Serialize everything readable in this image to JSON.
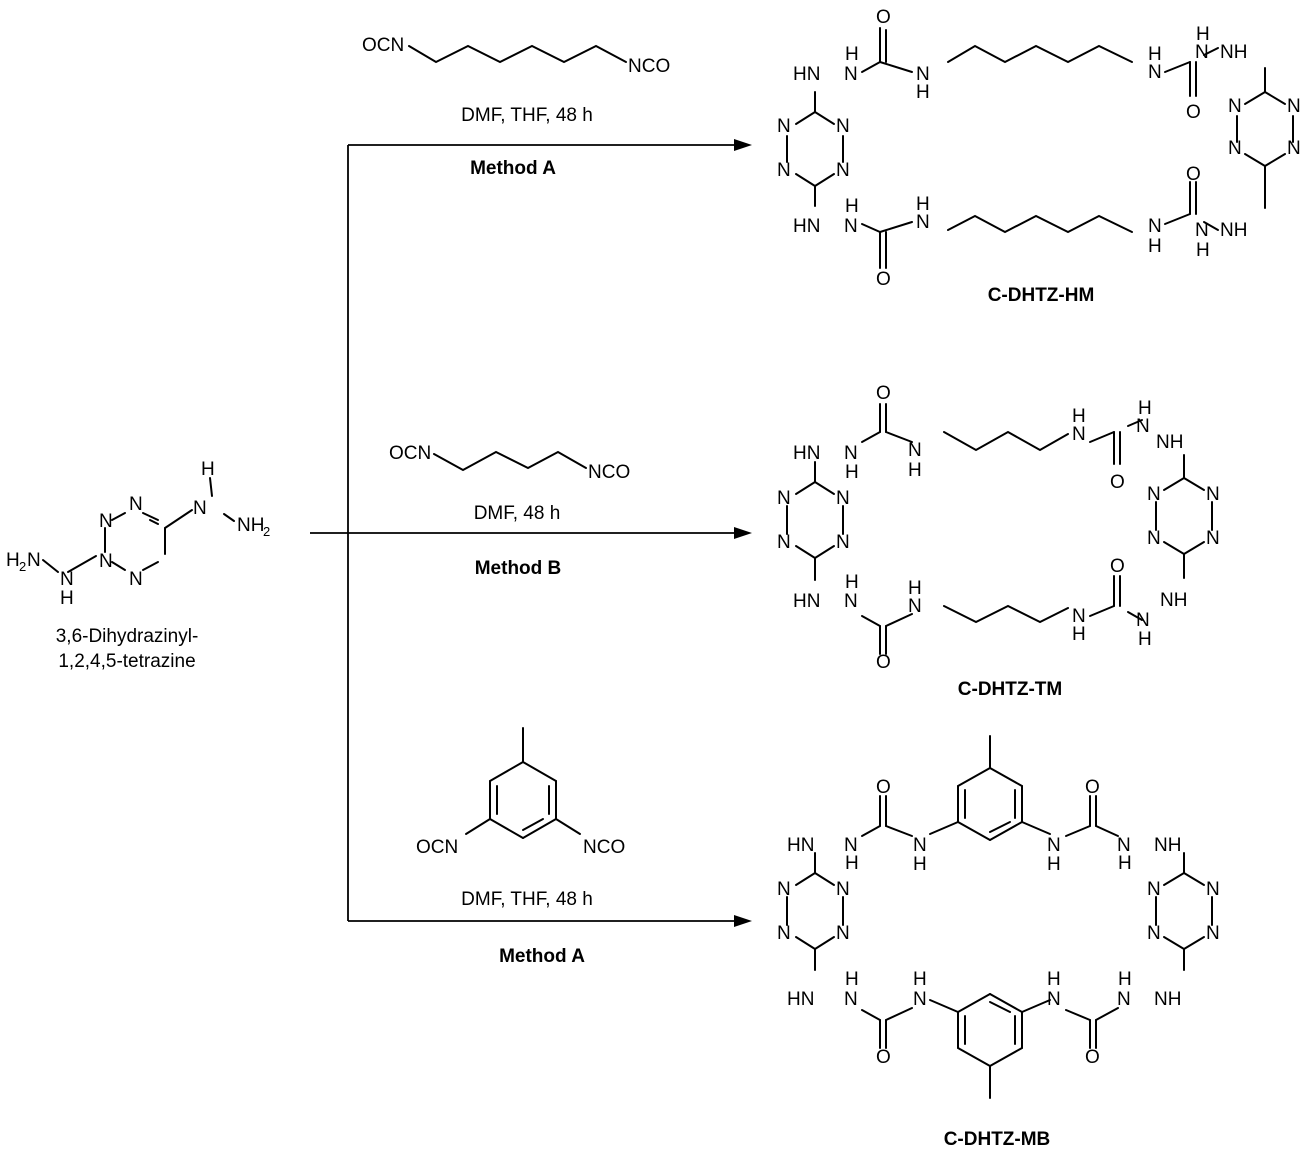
{
  "starting_material": {
    "name_line1": "3,6-Dihydrazinyl-",
    "name_line2": "1,2,4,5-tetrazine",
    "atoms": {
      "n": "N",
      "nh": "NH",
      "nh2": "NH",
      "h2": "H",
      "two": "2",
      "h": "H",
      "hn": "HN"
    }
  },
  "routes": [
    {
      "reagent_left": "OCN",
      "reagent_right": "NCO",
      "conditions": "DMF, THF, 48 h",
      "method": "Method A",
      "product": "C-DHTZ-HM"
    },
    {
      "reagent_left": "OCN",
      "reagent_right": "NCO",
      "conditions": "DMF, 48 h",
      "method": "Method B",
      "product": "C-DHTZ-TM"
    },
    {
      "reagent_left": "OCN",
      "reagent_right": "NCO",
      "conditions": "DMF, THF, 48 h",
      "method": "Method A",
      "product": "C-DHTZ-MB"
    }
  ],
  "atom_labels": {
    "O": "O",
    "N": "N",
    "H": "H",
    "NH": "NH",
    "HN": "HN",
    "N_H": "N",
    "H_sub": "H"
  }
}
